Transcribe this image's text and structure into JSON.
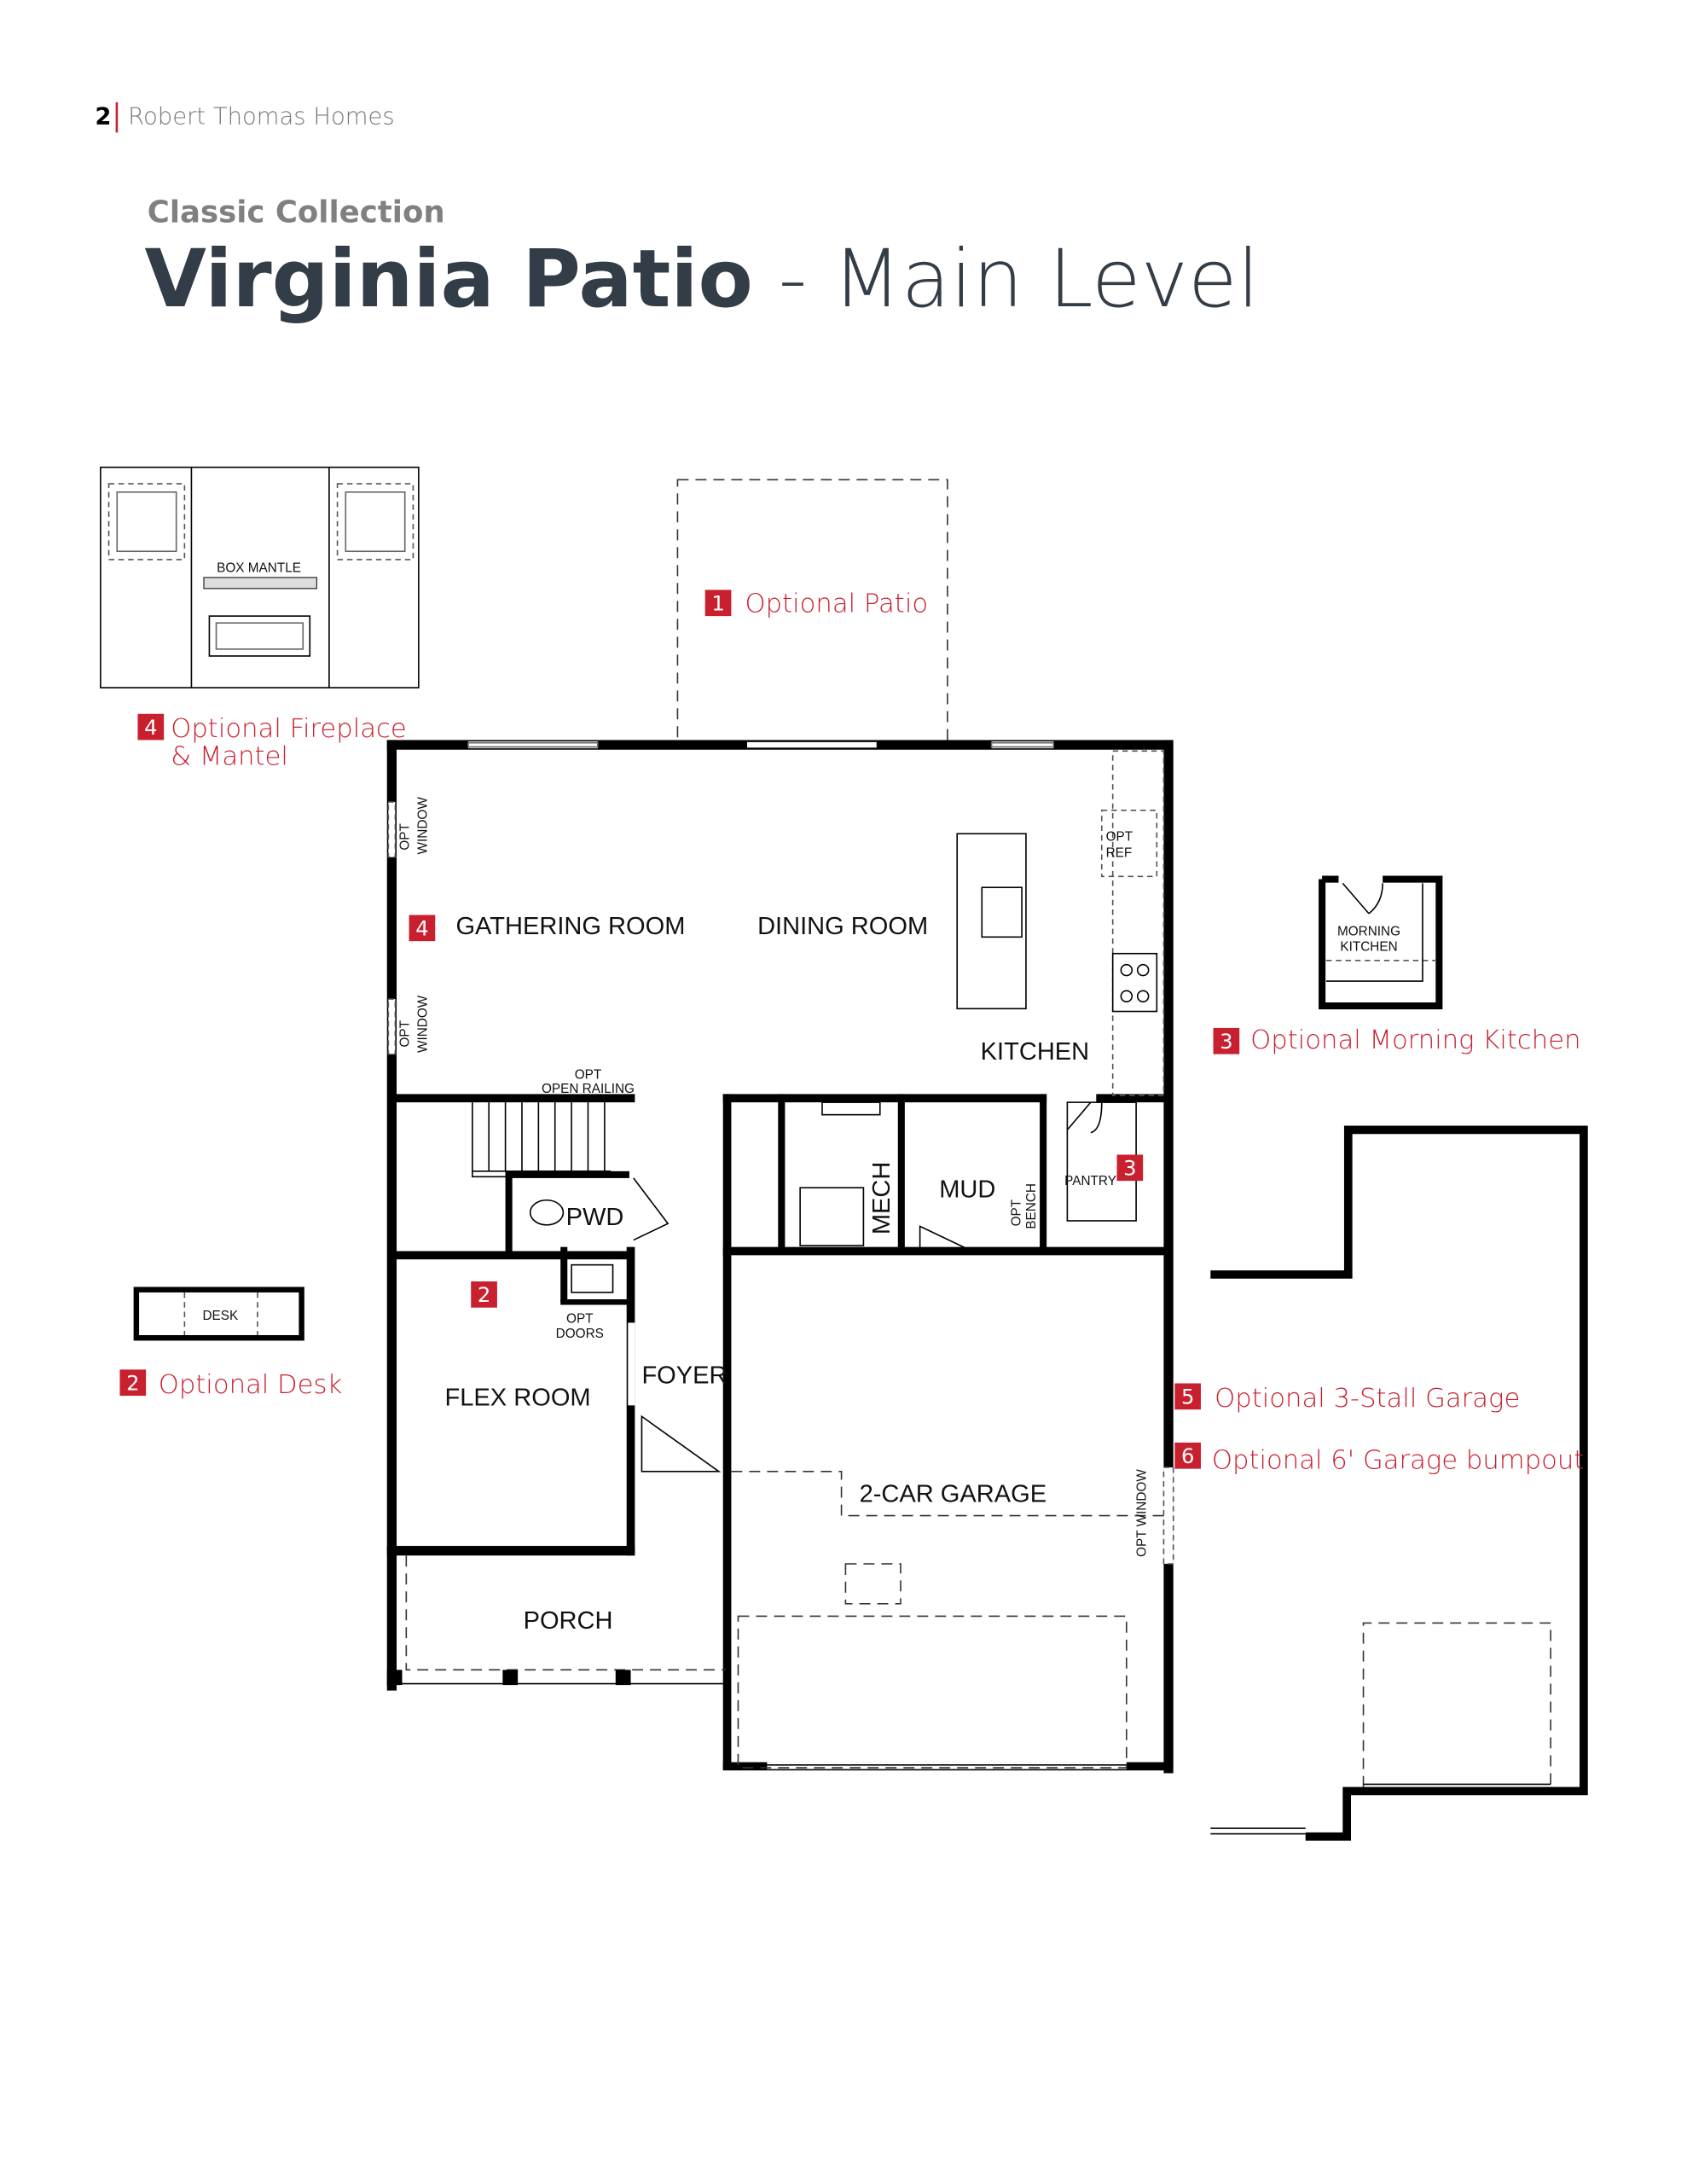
{
  "header": {
    "page_number": "2",
    "brand": "Robert Thomas Homes"
  },
  "collection": "Classic Collection",
  "title": {
    "bold": "Virginia Patio",
    "rest": " - Main Level"
  },
  "colors": {
    "accent": "#c8202f",
    "title": "#333d47",
    "subtitle": "#808080"
  },
  "options": [
    {
      "num": "1",
      "label": "Optional Patio"
    },
    {
      "num": "2",
      "label": "Optional Desk"
    },
    {
      "num": "3",
      "label": "Optional Morning Kitchen"
    },
    {
      "num": "4",
      "label_line1": "Optional Fireplace",
      "label_line2": "& Mantel"
    },
    {
      "num": "5",
      "label": "Optional 3-Stall Garage"
    },
    {
      "num": "6",
      "label": "Optional 6' Garage bumpout"
    }
  ],
  "insets": {
    "fireplace": "BOX MANTLE",
    "desk": "DESK",
    "morning_kitchen_1": "MORNING",
    "morning_kitchen_2": "KITCHEN"
  },
  "rooms": {
    "gathering": "GATHERING ROOM",
    "dining": "DINING ROOM",
    "kitchen": "KITCHEN",
    "pwd": "PWD",
    "mech": "MECH",
    "mud": "MUD",
    "pantry": "PANTRY",
    "flex": "FLEX ROOM",
    "foyer": "FOYER",
    "garage": "2-CAR GARAGE",
    "porch": "PORCH"
  },
  "notes": {
    "opt": "OPT",
    "window": "WINDOW",
    "opt_window": "OPT WINDOW",
    "open_railing": "OPEN RAILING",
    "doors": "DOORS",
    "ref": "REF",
    "bench": "BENCH"
  }
}
